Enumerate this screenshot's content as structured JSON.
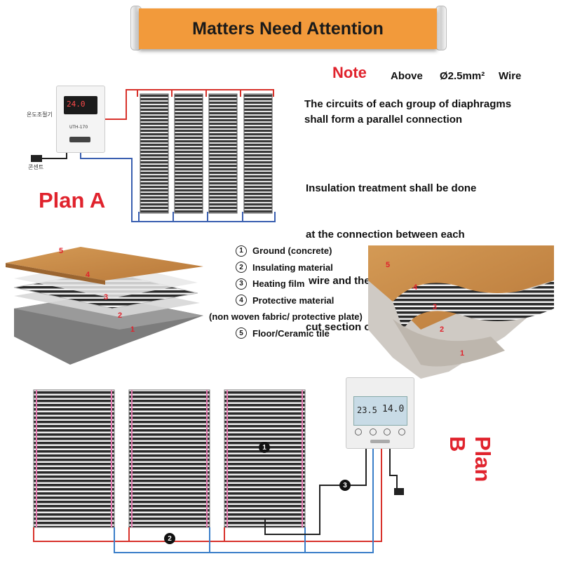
{
  "banner": {
    "title": "Matters Need Attention"
  },
  "note": {
    "label": "Note",
    "above": "Above",
    "diameter": "Ø2.5mm²",
    "wire": "Wire",
    "para1_line1": "The circuits of each group of diaphragms",
    "para1_line2": "shall form a parallel connection",
    "para2_line1": "Insulation treatment shall be done",
    "para2_line2": "at the connection between each",
    "para2_line3": " wire and the film body and the",
    "para2_line4": "cut section of copper foil"
  },
  "plans": {
    "a": "Plan A",
    "b": "Plan B"
  },
  "layers": [
    {
      "num": "1",
      "label": "Ground (concrete)"
    },
    {
      "num": "2",
      "label": "Insulating material"
    },
    {
      "num": "3",
      "label": "Heating film"
    },
    {
      "num": "4",
      "label": "Protective material"
    },
    {
      "num": "5",
      "label": "Floor/Ceramic tile"
    }
  ],
  "layer4_sub": "(non woven fabric/ protective plate)",
  "thermostat_a": {
    "display": "24.0",
    "model": "UTH-170",
    "label_korean_top": "온도조절기",
    "label_korean_bottom": "콘센트"
  },
  "thermostat_b": {
    "display_left": "23.5",
    "display_right": "14.0"
  },
  "callouts": {
    "c1": "1",
    "c2": "2",
    "c3": "3",
    "c4": "4",
    "c5": "5"
  },
  "colors": {
    "accent_orange": "#f29a3b",
    "red": "#e0232d",
    "wire_red": "#d8322b",
    "wire_blue": "#3a7ec9"
  }
}
